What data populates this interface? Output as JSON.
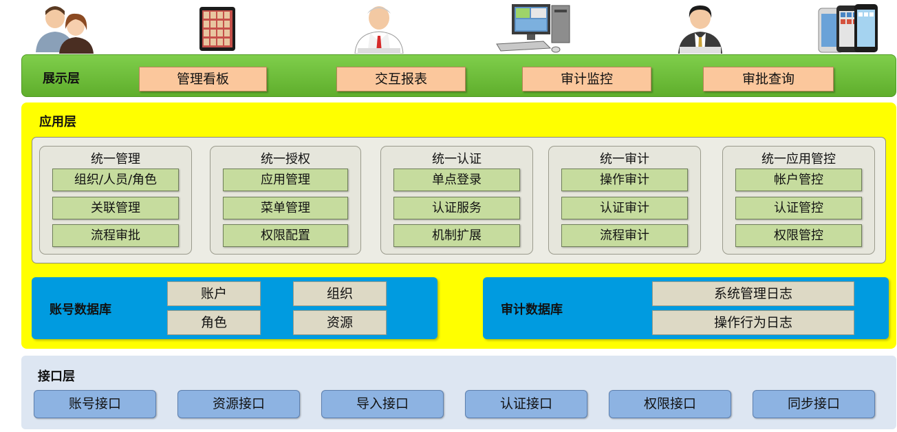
{
  "users": [
    {
      "icon": "people-icon"
    },
    {
      "icon": "tablet-icon"
    },
    {
      "icon": "businessman-icon"
    },
    {
      "icon": "desktop-computer-icon"
    },
    {
      "icon": "user-icon"
    },
    {
      "icon": "smartphone-icon"
    }
  ],
  "presentation": {
    "title": "展示层",
    "items": [
      "管理看板",
      "交互报表",
      "审计监控",
      "审批查询"
    ]
  },
  "application": {
    "title": "应用层",
    "modules": [
      {
        "title": "统一管理",
        "items": [
          "组织/人员/角色",
          "关联管理",
          "流程审批"
        ]
      },
      {
        "title": "统一授权",
        "items": [
          "应用管理",
          "菜单管理",
          "权限配置"
        ]
      },
      {
        "title": "统一认证",
        "items": [
          "单点登录",
          "认证服务",
          "机制扩展"
        ]
      },
      {
        "title": "统一审计",
        "items": [
          "操作审计",
          "认证审计",
          "流程审计"
        ]
      },
      {
        "title": "统一应用管控",
        "items": [
          "帐户管控",
          "认证管控",
          "权限管控"
        ]
      }
    ],
    "account_db": {
      "title": "账号数据库",
      "items": [
        "账户",
        "组织",
        "角色",
        "资源"
      ]
    },
    "audit_db": {
      "title": "审计数据库",
      "items": [
        "系统管理日志",
        "操作行为日志"
      ]
    }
  },
  "interface": {
    "title": "接口层",
    "items": [
      "账号接口",
      "资源接口",
      "导入接口",
      "认证接口",
      "权限接口",
      "同步接口"
    ]
  },
  "colors": {
    "presentation_bg": "#6cbd3a",
    "application_bg": "#ffff00",
    "database_bg": "#009be0",
    "interface_bg": "#dde6f2"
  }
}
